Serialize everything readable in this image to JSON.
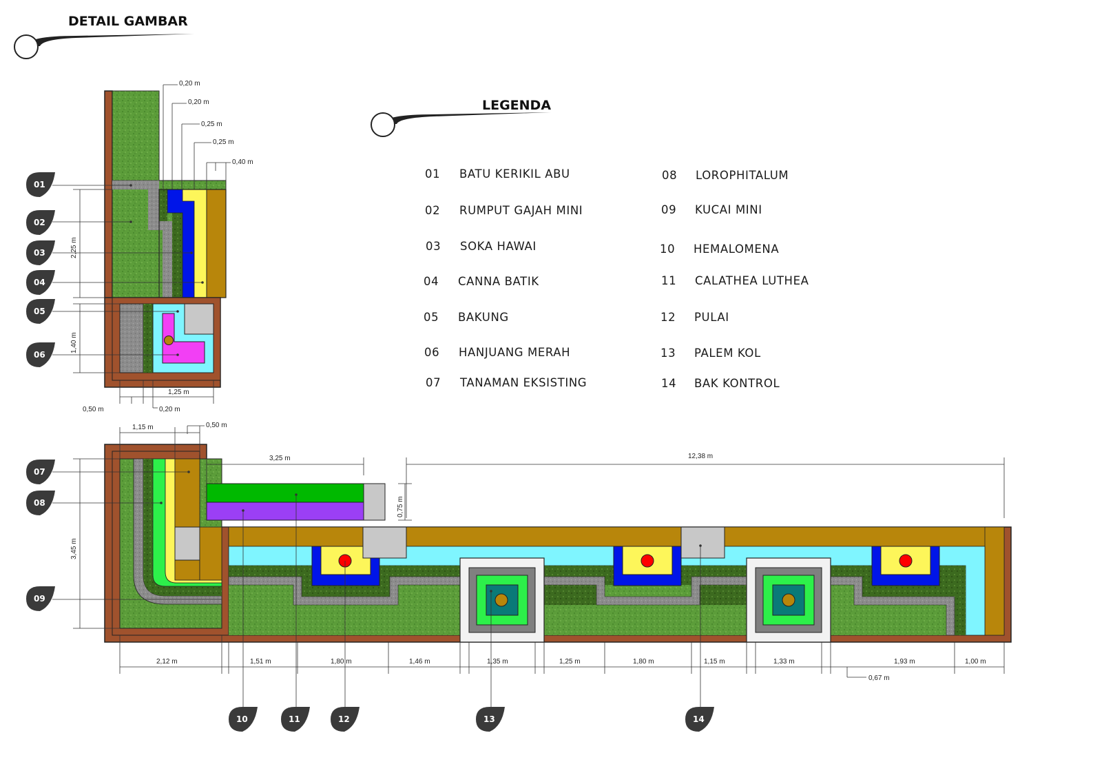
{
  "title": "DETAIL GAMBAR",
  "legend_title": "LEGENDA",
  "legend_left": [
    {
      "num": "01",
      "label": "BATU KERIKIL ABU"
    },
    {
      "num": "02",
      "label": "RUMPUT GAJAH MINI"
    },
    {
      "num": "03",
      "label": "SOKA HAWAI"
    },
    {
      "num": "04",
      "label": "CANNA BATIK"
    },
    {
      "num": "05",
      "label": "BAKUNG"
    },
    {
      "num": "06",
      "label": "HANJUANG MERAH"
    },
    {
      "num": "07",
      "label": "TANAMAN EKSISTING"
    }
  ],
  "legend_right": [
    {
      "num": "08",
      "label": "LOROPHITALUM"
    },
    {
      "num": "09",
      "label": "KUCAI MINI"
    },
    {
      "num": "10",
      "label": "HEMALOMENA"
    },
    {
      "num": "11",
      "label": "CALATHEA LUTHEA"
    },
    {
      "num": "12",
      "label": "PULAI"
    },
    {
      "num": "13",
      "label": "PALEM KOL"
    },
    {
      "num": "14",
      "label": "BAK KONTROL"
    }
  ],
  "badges": {
    "b01": "01",
    "b02": "02",
    "b03": "03",
    "b04": "04",
    "b05": "05",
    "b06": "06",
    "b07": "07",
    "b08": "08",
    "b09": "09",
    "b10": "10",
    "b11": "11",
    "b12": "12",
    "b13": "13",
    "b14": "14"
  },
  "dims": {
    "top_020a": "0,20 m",
    "top_020b": "0,20 m",
    "top_025a": "0,25 m",
    "top_025b": "0,25 m",
    "top_040": "0,40 m",
    "v_225": "2,25 m",
    "v_140": "1,40 m",
    "w_125": "1,25 m",
    "w_050": "0,50 m",
    "w_020": "0,20 m",
    "w_115": "1,15 m",
    "w_050b": "0,50 m",
    "w_325": "3,25 m",
    "w_1238": "12,38 m",
    "v_075": "0,75 m",
    "v_345": "3,45 m",
    "b_212": "2,12 m",
    "b_151": "1,51 m",
    "b_180a": "1,80 m",
    "b_146": "1,46 m",
    "b_135": "1,35 m",
    "b_125": "1,25 m",
    "b_180b": "1,80 m",
    "b_115": "1,15 m",
    "b_133": "1,33 m",
    "b_193": "1,93 m",
    "b_100": "1,00 m",
    "b_067": "0,67 m"
  },
  "colors": {
    "brown_border": "#a0522d",
    "grass": "#5c9d3a",
    "gravel": "#8a8a8a",
    "blue": "#0015e8",
    "yellow": "#fdf65a",
    "gold": "#b8860b",
    "cyan": "#7ff5ff",
    "magenta": "#f23ff5",
    "bright_green": "#2df04a",
    "lime": "#6cf04a",
    "green_band": "#00b900",
    "purple_band": "#9b3ff5",
    "concrete": "#c8c8c8",
    "teal": "#0a7a78",
    "red": "#ff0000",
    "badge": "#3a3a3a"
  }
}
